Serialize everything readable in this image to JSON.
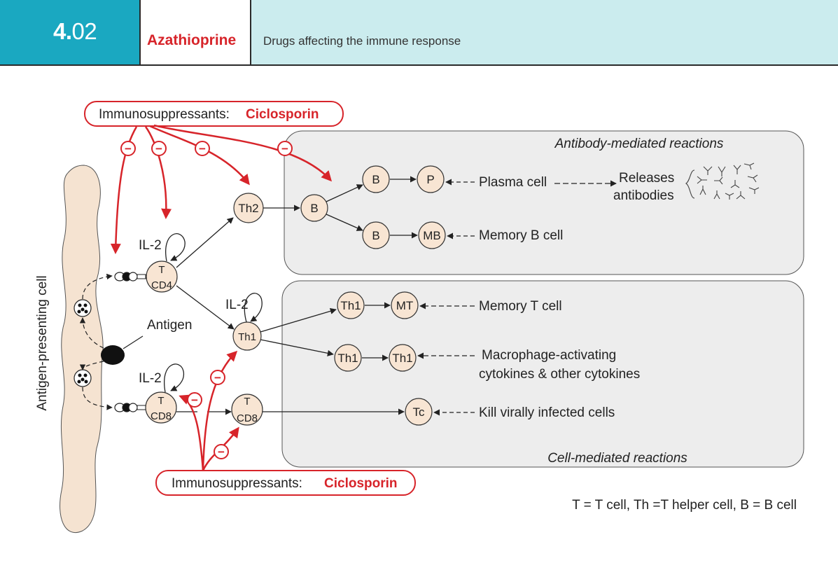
{
  "header": {
    "number_bold": "4.",
    "number_rest": "02",
    "title": "Azathioprine",
    "subtitle": "Drugs affecting the immune response"
  },
  "colors": {
    "accent_teal": "#1aa8c1",
    "header_light": "#cbecee",
    "red": "#d7242a",
    "cell_fill": "#f8e5d3",
    "apc_fill": "#f5e3d1",
    "panel_fill": "#ededed"
  },
  "apc_label": "Antigen-presenting cell",
  "antigen_label": "Antigen",
  "immunosuppressants": {
    "top": {
      "prefix": "Immunosuppressants:",
      "drug": "Ciclosporin"
    },
    "bottom": {
      "prefix": "Immunosuppressants:",
      "drug": "Ciclosporin"
    },
    "inhibit_symbol": "−"
  },
  "panels": {
    "antibody": "Antibody-mediated reactions",
    "cell": "Cell-mediated reactions"
  },
  "cells": {
    "t_cd4": {
      "line1": "T",
      "line2": "CD4"
    },
    "t_cd8": {
      "line1": "T",
      "line2": "CD8"
    },
    "t_cd8_2": {
      "line1": "T",
      "line2": "CD8"
    },
    "th2": "Th2",
    "th1": "Th1",
    "b": "B",
    "b_top": "B",
    "b_bottom": "B",
    "p": "P",
    "mb": "MB",
    "th1_mem": "Th1",
    "mt": "MT",
    "th1_a": "Th1",
    "th1_b": "Th1",
    "tc": "Tc"
  },
  "il2": {
    "cd4": "IL-2",
    "th1": "IL-2",
    "cd8": "IL-2"
  },
  "descriptions": {
    "plasma_cell": "Plasma cell",
    "releases_line1": "Releases",
    "releases_line2": "antibodies",
    "memory_b": "Memory B cell",
    "memory_t": "Memory T cell",
    "macrophage_line1": "Macrophage-activating",
    "macrophage_line2": "cytokines  & other cytokines",
    "kill": "Kill virally infected cells"
  },
  "legend": "T = T cell,  Th =T helper cell, B = B cell"
}
